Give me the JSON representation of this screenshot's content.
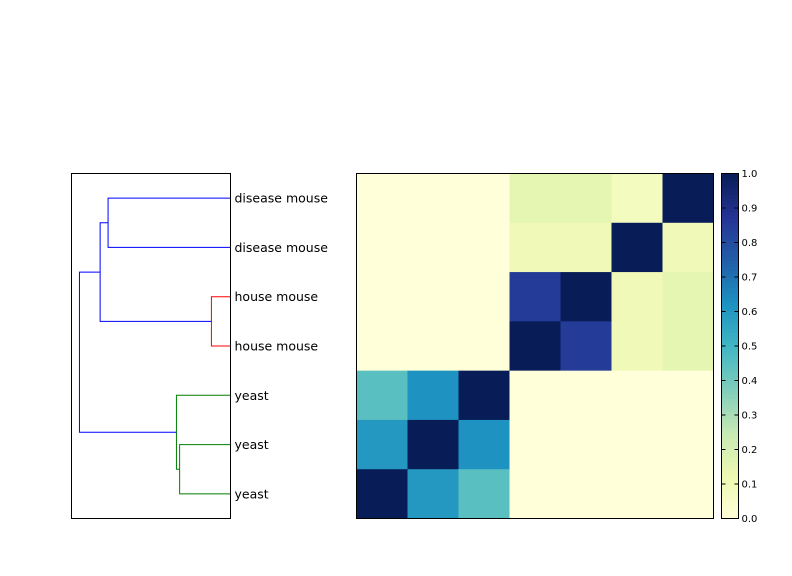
{
  "chart_data": [
    {
      "type": "dendrogram",
      "orientation": "left",
      "leaves": [
        "disease mouse",
        "disease mouse",
        "house mouse",
        "house mouse",
        "yeast",
        "yeast",
        "yeast"
      ],
      "links": [
        {
          "id": "L0",
          "children": [
            "leaf5",
            "leaf6"
          ],
          "height": 0.32,
          "color": "#007f00"
        },
        {
          "id": "L1",
          "children": [
            "leaf4",
            "L0"
          ],
          "height": 0.34,
          "color": "#007f00"
        },
        {
          "id": "L2",
          "children": [
            "leaf2",
            "leaf3"
          ],
          "height": 0.12,
          "color": "#ff0000"
        },
        {
          "id": "L3",
          "children": [
            "leaf0",
            "leaf1"
          ],
          "height": 0.77,
          "color": "#0000ff"
        },
        {
          "id": "L4",
          "children": [
            "L3",
            "L2"
          ],
          "height": 0.82,
          "color": "#0000ff"
        },
        {
          "id": "L5",
          "children": [
            "L4",
            "L1"
          ],
          "height": 0.95,
          "color": "#0000ff"
        }
      ],
      "xlim": [
        1.0,
        0.0
      ],
      "ticks_visible": false
    },
    {
      "type": "heatmap",
      "colormap": "YlGnBu",
      "rows": 7,
      "cols": 7,
      "values": [
        [
          0.0,
          0.0,
          0.0,
          0.15,
          0.15,
          0.08,
          1.0
        ],
        [
          0.0,
          0.0,
          0.0,
          0.1,
          0.1,
          1.0,
          0.1
        ],
        [
          0.0,
          0.0,
          0.0,
          0.85,
          1.0,
          0.1,
          0.15
        ],
        [
          0.0,
          0.0,
          0.0,
          1.0,
          0.85,
          0.1,
          0.15
        ],
        [
          0.45,
          0.62,
          1.0,
          0.0,
          0.0,
          0.0,
          0.0
        ],
        [
          0.6,
          1.0,
          0.62,
          0.0,
          0.0,
          0.0,
          0.0
        ],
        [
          1.0,
          0.6,
          0.45,
          0.0,
          0.0,
          0.0,
          0.0
        ]
      ],
      "colorbar": {
        "vmin": 0.0,
        "vmax": 1.0,
        "ticks": [
          "0.0",
          "0.1",
          "0.2",
          "0.3",
          "0.4",
          "0.5",
          "0.6",
          "0.7",
          "0.8",
          "0.9",
          "1.0"
        ]
      }
    }
  ]
}
